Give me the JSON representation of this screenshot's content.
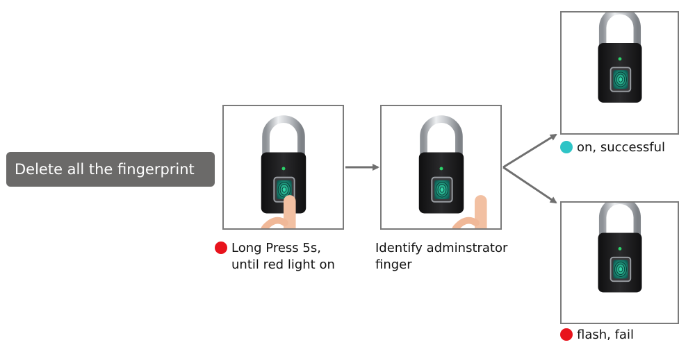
{
  "title": "Delete all the fingerprint",
  "steps": [
    {
      "line1": "Long Press 5s,",
      "line2": "until red light on",
      "indicator_color": "#e8131c"
    },
    {
      "line1": "Identify adminstrator",
      "line2": "finger"
    }
  ],
  "outcomes": [
    {
      "text": "on, successful",
      "indicator_color": "#2ec4c6"
    },
    {
      "text": "flash, fail",
      "indicator_color": "#e8131c"
    }
  ],
  "colors": {
    "pill_bg": "#6b6a69",
    "panel_border": "#7a7a7a",
    "arrow": "#6f6f6f",
    "lock_body": "#1c1c1e",
    "shackle": "#c9ccd0",
    "lock_light": "#2bd36a",
    "sensor_glow": "#2fd6a8"
  },
  "icons": [
    "padlock-icon",
    "fingerprint-icon",
    "finger-icon"
  ]
}
